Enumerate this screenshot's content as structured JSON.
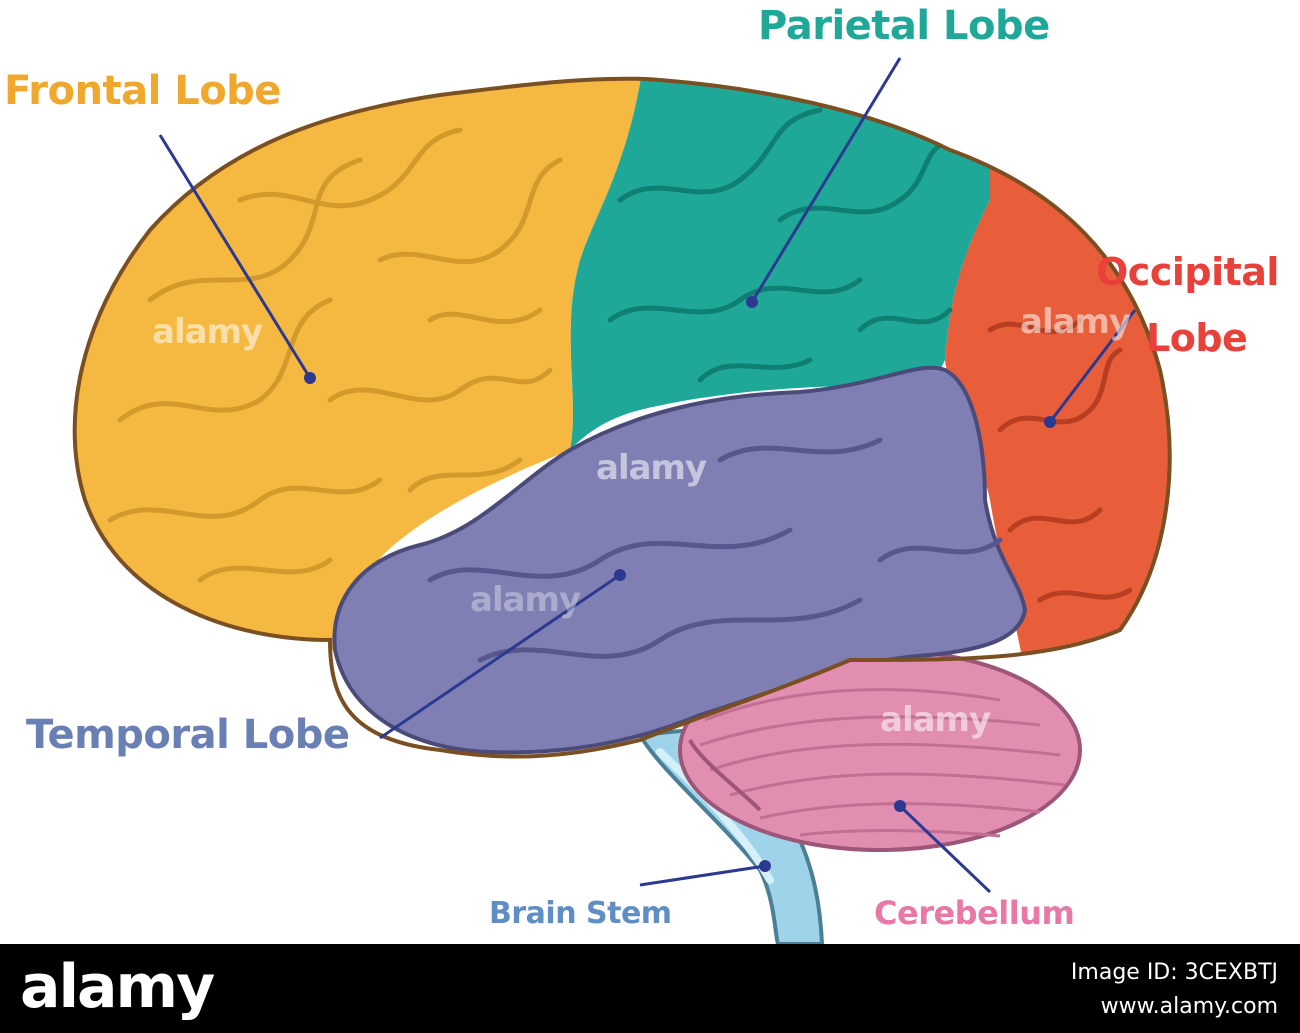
{
  "labels": {
    "frontal": "Frontal Lobe",
    "parietal": "Parietal Lobe",
    "occipital_line1": "Occipital",
    "occipital_line2": "Lobe",
    "temporal": "Temporal Lobe",
    "brain_stem": "Brain Stem",
    "cerebellum": "Cerebellum"
  },
  "watermarks": [
    "alamy",
    "alamy",
    "alamy",
    "alamy",
    "alamy"
  ],
  "footer": {
    "logo": "alamy",
    "image_id": "Image ID: 3CEXBTJ",
    "url": "www.alamy.com"
  },
  "colors": {
    "frontal": "#f5b942",
    "parietal": "#1fa898",
    "occipital": "#e85d3a",
    "temporal": "#7f7fb3",
    "cerebellum": "#e28eb0",
    "brain_stem": "#9fd3ea",
    "leader_line": "#2b3990"
  }
}
